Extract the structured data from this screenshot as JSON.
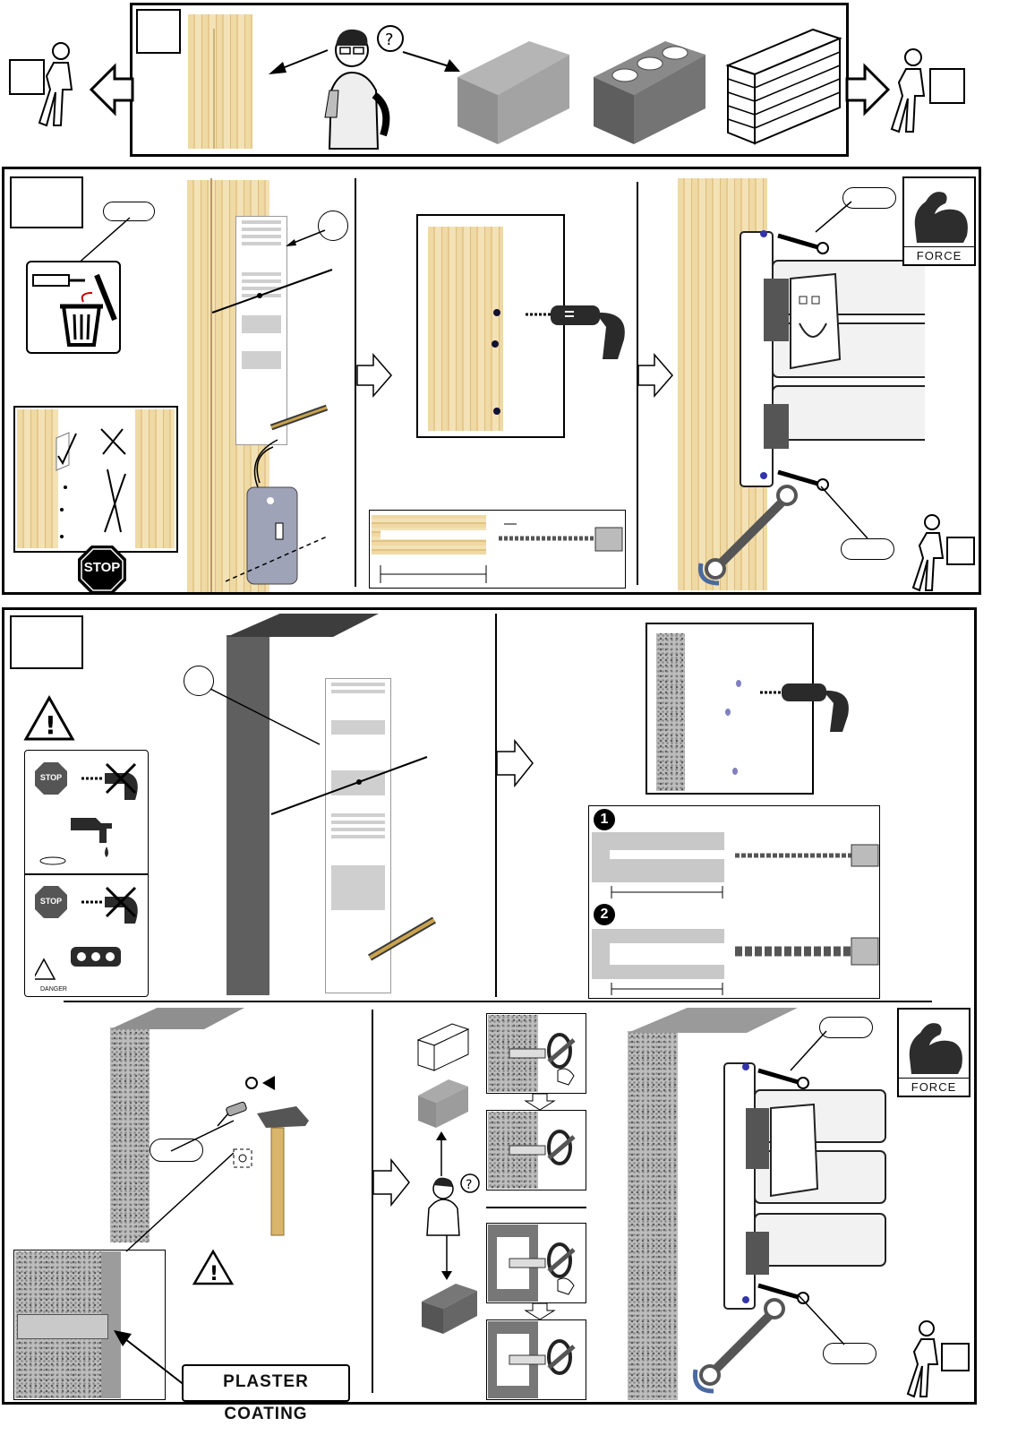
{
  "labels": {
    "force": "FORCE",
    "plaster_coating": "PLASTER COATING",
    "stop": "STOP",
    "danger": "DANGER",
    "step_one": "1",
    "step_two": "2"
  },
  "icons": {
    "question": "?",
    "warning": "!"
  }
}
